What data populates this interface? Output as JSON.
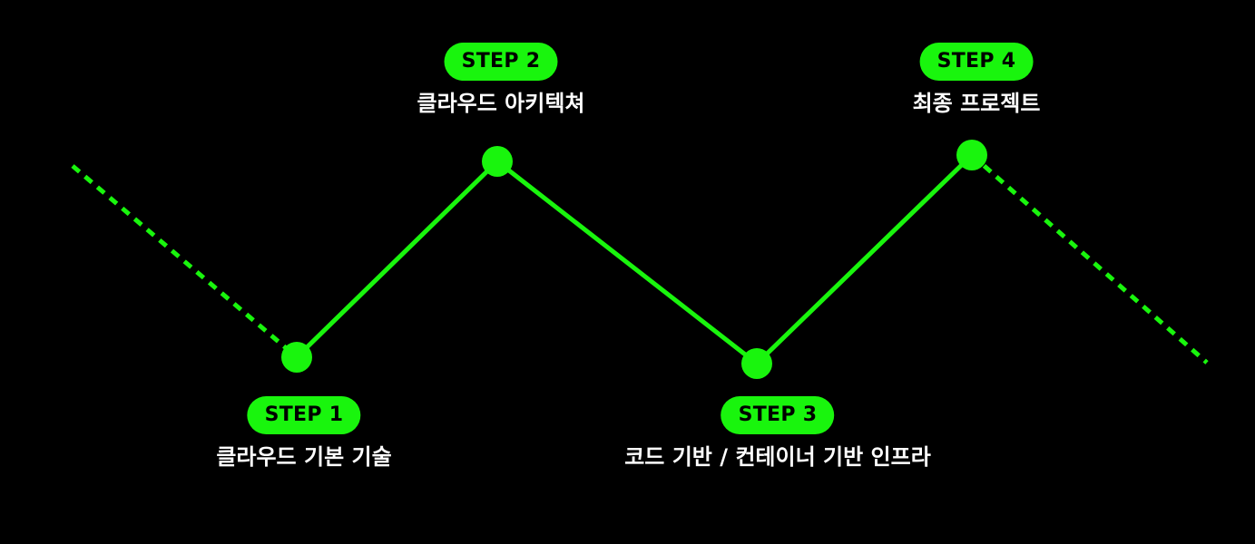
{
  "colors": {
    "background": "#000000",
    "accent": "#19f50d",
    "badge_text": "#000000",
    "title_text": "#ffffff"
  },
  "steps": [
    {
      "badge": "STEP 1",
      "title": "클라우드 기본 기술"
    },
    {
      "badge": "STEP 2",
      "title": "클라우드 아키텍쳐"
    },
    {
      "badge": "STEP 3",
      "title": "코드 기반 / 컨테이너 기반 인프라"
    },
    {
      "badge": "STEP 4",
      "title": "최종 프로젝트"
    }
  ]
}
